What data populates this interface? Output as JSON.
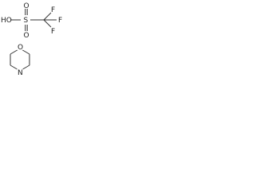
{
  "acid": {
    "hydroxyl": "HO",
    "sulfur": "S",
    "oxygen_top": "O",
    "oxygen_bottom": "O",
    "fluorine_top": "F",
    "fluorine_right": "F",
    "fluorine_bottom": "F"
  },
  "base": {
    "oxygen": "O",
    "nitrogen": "N"
  },
  "line_color": "#333333",
  "text_color": "#222222"
}
